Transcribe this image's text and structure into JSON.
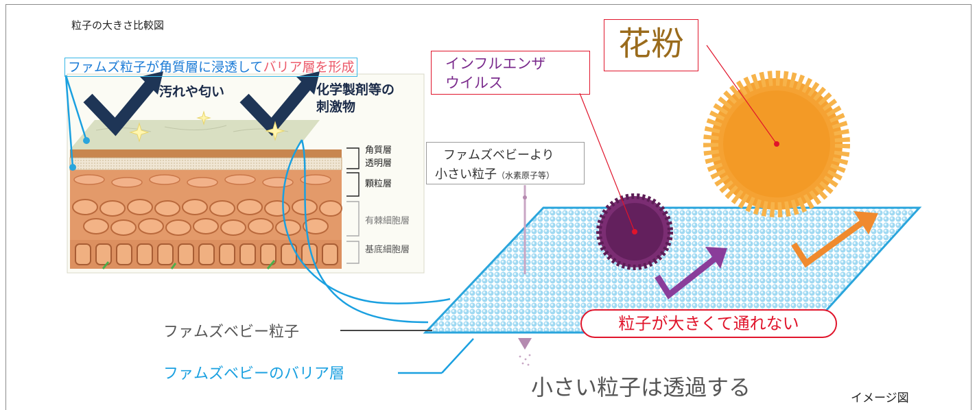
{
  "caption": "粒子の大きさ比較図",
  "headline": {
    "main": "ファムズ粒子が角質層に浸透して",
    "accent": "バリア層を形成"
  },
  "pollutants": [
    {
      "text": "汚れや匂い"
    },
    {
      "lines": [
        "化学製剤等の",
        "刺激物"
      ]
    }
  ],
  "skin_layers": {
    "horny": "角質層",
    "clear": "透明層",
    "granular": "顆粒層",
    "spinous": "有棘細胞層",
    "basal": "基底細胞層"
  },
  "influenza_label": "インフルエンザ\nウイルス",
  "pollen_label": "花粉",
  "small_particle": {
    "line1": "ファムズベビーより",
    "line2": "小さい粒子",
    "note": "（水素原子等）"
  },
  "particle_label": "ファムズベビー粒子",
  "barrier_label": "ファムズベビーのバリア層",
  "cannot_pass": "粒子が大きくて通れない",
  "passes_through": "小さい粒子は透過する",
  "image_note": "イメージ図",
  "colors": {
    "barrier_blue": "#1aa0e0",
    "alert_red": "#e0142b",
    "influenza_purple": "#7a2a8c",
    "pollen_orange": "#f5a233",
    "pollen_text": "#9a6b1c"
  }
}
